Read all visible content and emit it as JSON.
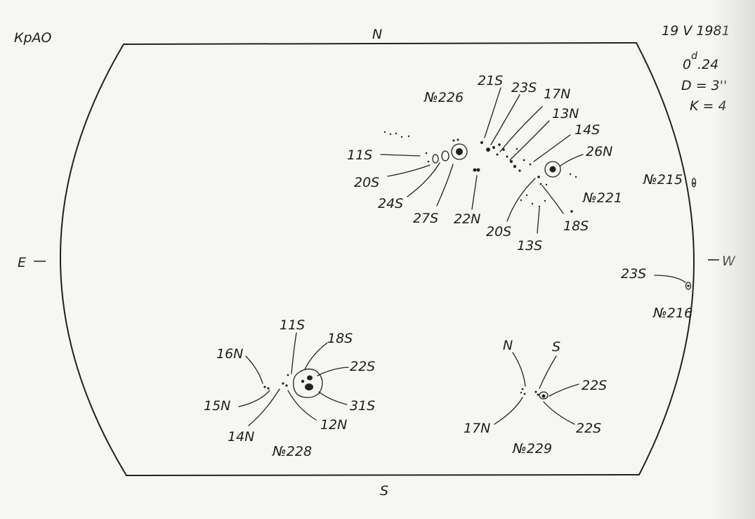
{
  "header": {
    "observatory": "КрАО",
    "date": "19 V 1981",
    "time_main": "0",
    "time_sup": "d",
    "time_rest": ".24",
    "diameter": "D = 3''",
    "k_value": "K = 4"
  },
  "directions": {
    "north": "N",
    "south": "S",
    "east": "E",
    "west": "W"
  },
  "groups": {
    "g226": {
      "number": "№226",
      "labels": [
        "11S",
        "20S",
        "24S",
        "27S",
        "22N",
        "21S",
        "23S",
        "17N",
        "13N"
      ]
    },
    "g221": {
      "number": "№221",
      "labels": [
        "14S",
        "26N",
        "18S",
        "13S",
        "20S"
      ]
    },
    "g215": {
      "number": "№215"
    },
    "g216": {
      "number": "№216",
      "labels": [
        "23S"
      ]
    },
    "g228": {
      "number": "№228",
      "labels": [
        "11S",
        "18S",
        "22S",
        "31S",
        "12N",
        "14N",
        "15N",
        "16N"
      ]
    },
    "g229": {
      "number": "№229",
      "labels": [
        "N",
        "S",
        "22S",
        "22S",
        "17N"
      ]
    }
  },
  "colors": {
    "ink": "#222222",
    "paper": "#f6f6f4"
  }
}
